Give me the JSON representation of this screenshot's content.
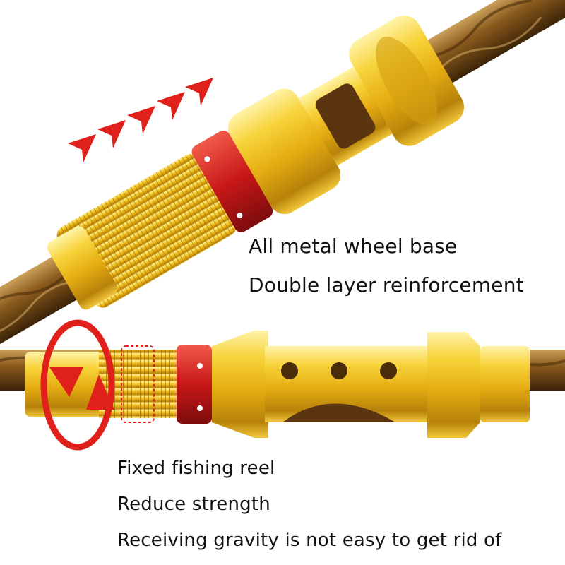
{
  "captions": {
    "wheel_base": "All metal wheel base",
    "reinforcement": "Double layer reinforcement",
    "fixed_reel": "Fixed fishing reel",
    "reduce_strength": "Reduce strength",
    "gravity": "Receiving gravity is not easy to get rid of"
  },
  "colors": {
    "background": "#ffffff",
    "gold": "#f2c21a",
    "gold_dark": "#b8860b",
    "red_ring": "#d11f1f",
    "arrow_red": "#e0201a",
    "rod_brown": "#8a5a1c",
    "text": "#111111"
  },
  "icons": {
    "chevron_arrows": "chevron-right-icon",
    "rotate_arrows": "rotate-icon"
  }
}
